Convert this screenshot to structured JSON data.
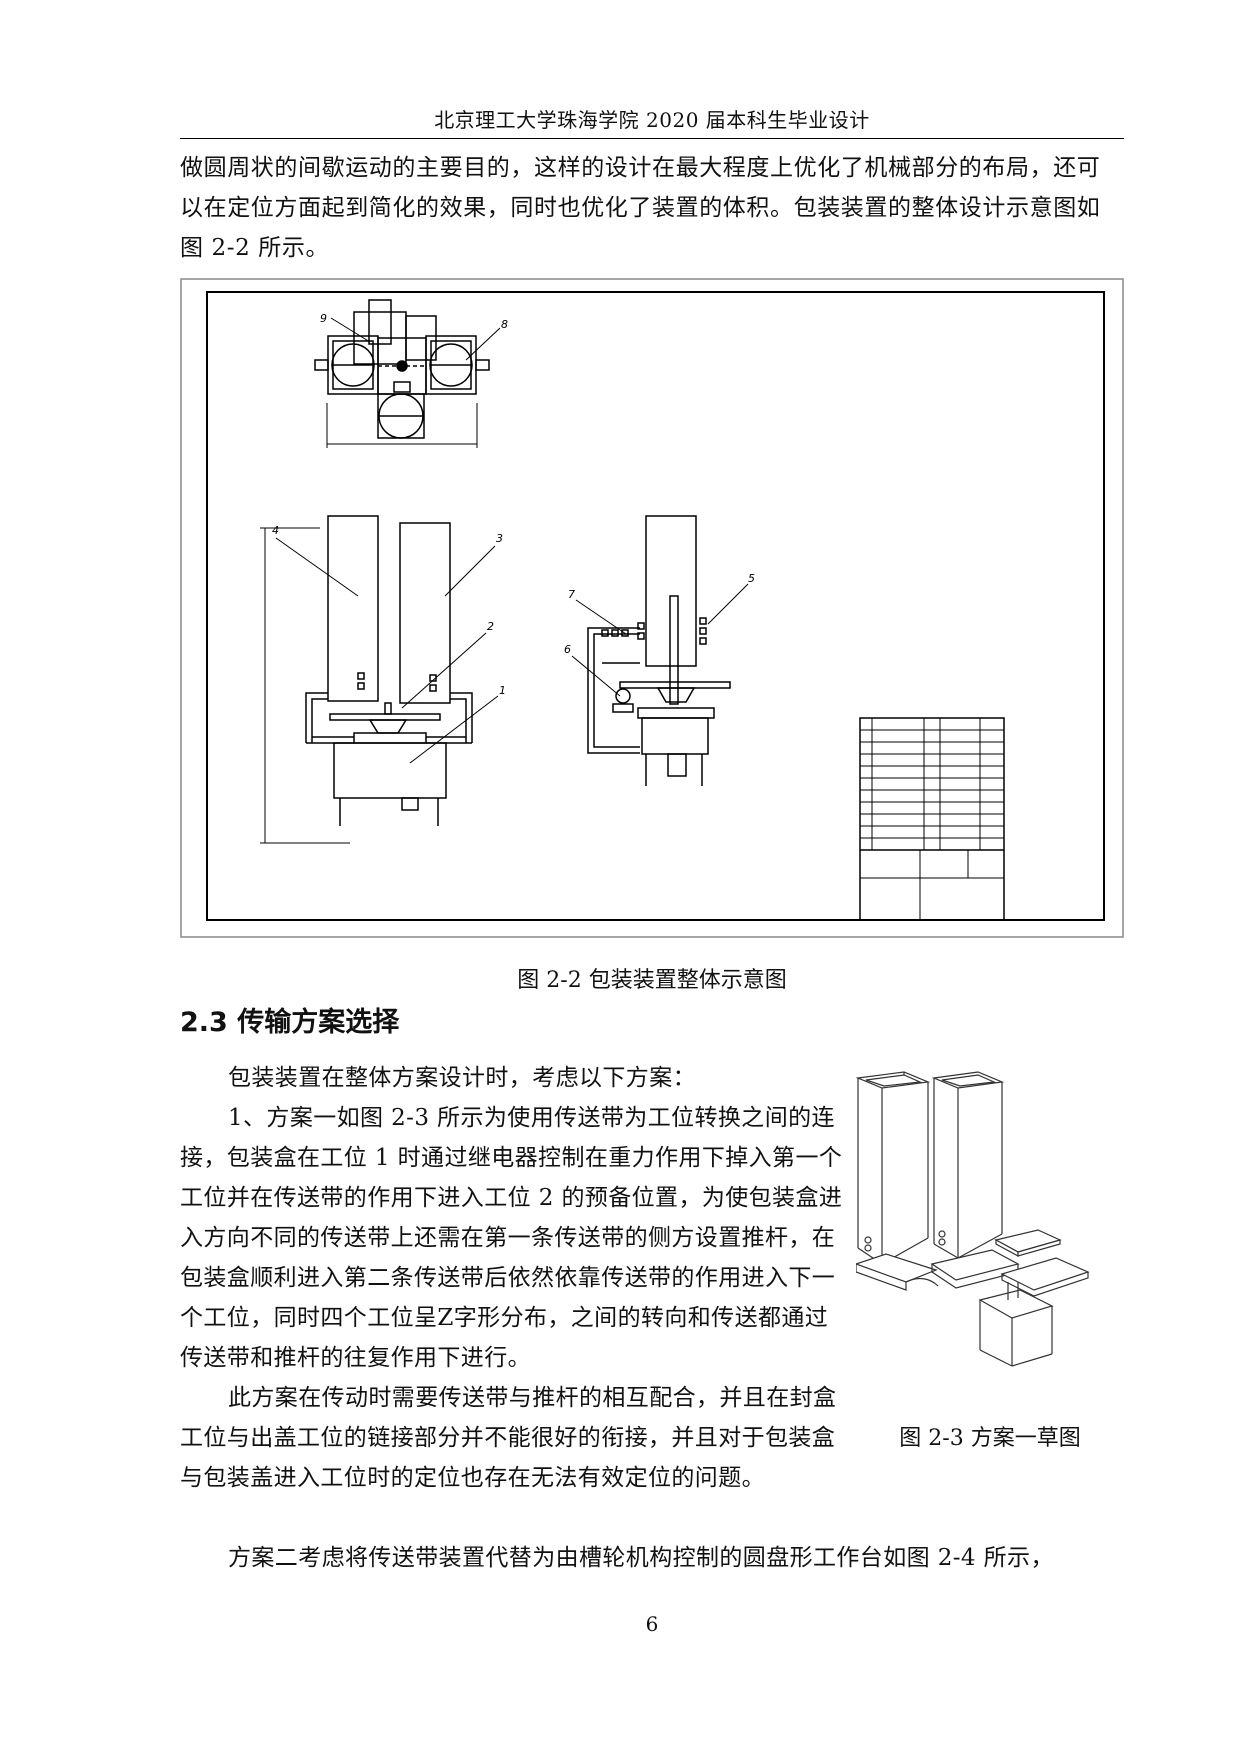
{
  "header": "北京理工大学珠海学院 2020 届本科生毕业设计",
  "paragraphs": {
    "p1": "做圆周状的间歇运动的主要目的，这样的设计在最大程度上优化了机械部分的布局，还可以在定位方面起到简化的效果，同时也优化了装置的体积。包装装置的整体设计示意图如图 2-2 所示。",
    "pa": "包装装置在整体方案设计时，考虑以下方案：",
    "pb": "1、方案一如图 2-3 所示为使用传送带为工位转换之间的连接，包装盒在工位 1 时通过继电器控制在重力作用下掉入第一个工位并在传送带的作用下进入工位 2 的预备位置，为使包装盒进入方向不同的传送带上还需在第一条传送带的侧方设置推杆，在包装盒顺利进入第二条传送带后依然依靠传送带的作用进入下一个工位，同时四个工位呈Z字形分布，之间的转向和传送都通过传送带和推杆的往复作用下进行。",
    "pc": "此方案在传动时需要传送带与推杆的相互配合，并且在封盒工位与出盖工位的链接部分并不能很好的衔接，并且对于包装盒与包装盖进入工位时的定位也存在无法有效定位的问题。",
    "pd": "方案二考虑将传送带装置代替为由槽轮机构控制的圆盘形工作台如图 2-4 所示，"
  },
  "figure1": {
    "caption": "图 2-2  包装装置整体示意图",
    "part_labels": [
      "9",
      "8",
      "4",
      "3",
      "2",
      "1",
      "7",
      "5",
      "6"
    ]
  },
  "section": {
    "number": "2.3",
    "title": "传输方案选择"
  },
  "figure2": {
    "caption": "图 2-3  方案一草图"
  },
  "page_number": "6"
}
